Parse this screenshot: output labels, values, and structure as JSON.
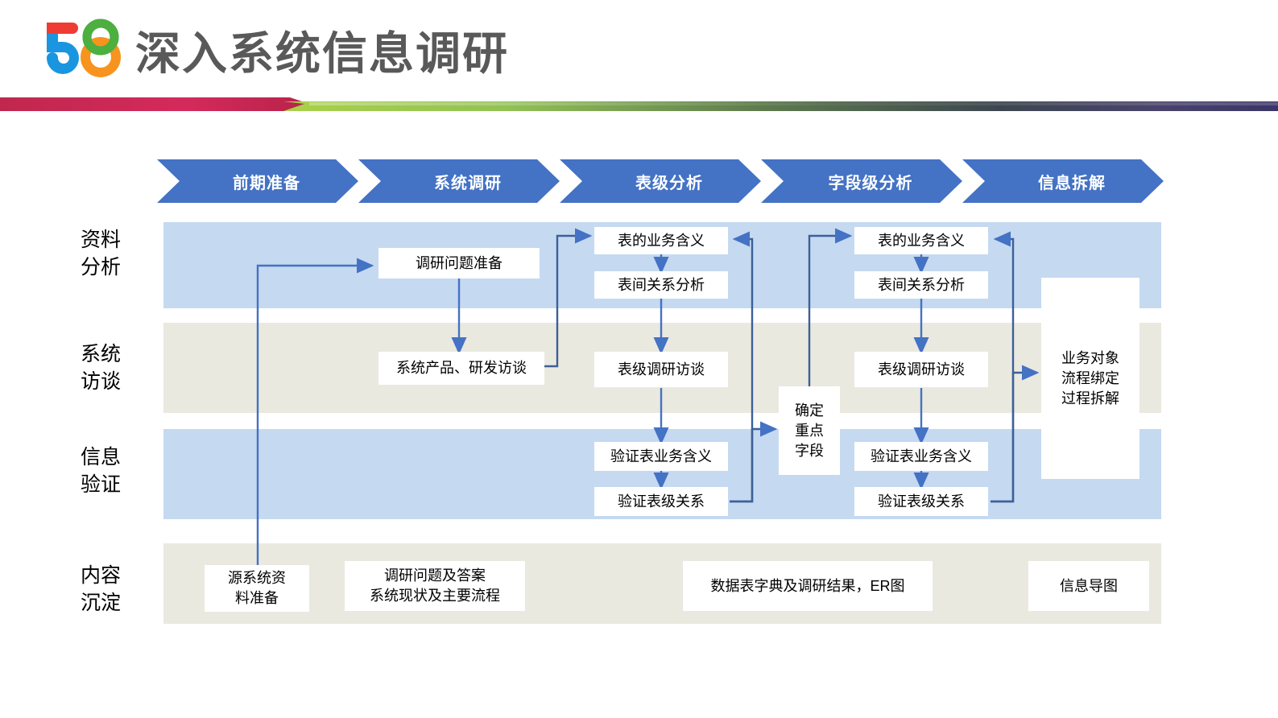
{
  "header": {
    "title": "深入系统信息调研",
    "logo": {
      "name": "58-logo",
      "text": "58",
      "colors": {
        "red": "#F03B33",
        "blue": "#1A95E0",
        "green": "#4CAF3F",
        "orange": "#F7941E"
      }
    }
  },
  "ribbon": {
    "name": "decorative-ribbon",
    "colors": {
      "crimson": "#C8274C",
      "pink": "#D72660",
      "green": "#A8CE4B",
      "dark": "#3B3F51",
      "navy": "#3F3B6E"
    }
  },
  "theme": {
    "chevron_fill": "#4472C4",
    "chevron_text": "#FFFFFF",
    "band_blue": "#C5D9F1",
    "band_beige": "#EAE9E0",
    "box_fill": "#FFFFFF",
    "arrow": "#4472C4",
    "arrow_dark": "#2F5496",
    "title_gray": "#595959"
  },
  "phases": [
    {
      "label": "前期准备"
    },
    {
      "label": "系统调研"
    },
    {
      "label": "表级分析"
    },
    {
      "label": "字段级分析"
    },
    {
      "label": "信息拆解"
    }
  ],
  "lanes": [
    {
      "label": "资料\n分析",
      "style": "blue"
    },
    {
      "label": "系统\n访谈",
      "style": "beige"
    },
    {
      "label": "信息\n验证",
      "style": "blue"
    },
    {
      "label": "内容\n沉淀",
      "style": "beige"
    }
  ],
  "nodes": [
    {
      "id": "n1",
      "lane": "资料分析",
      "phase": "系统调研",
      "text": "调研问题准备"
    },
    {
      "id": "n2",
      "lane": "资料分析",
      "phase": "表级分析",
      "text": "表的业务含义"
    },
    {
      "id": "n3",
      "lane": "资料分析",
      "phase": "表级分析",
      "text": "表间关系分析"
    },
    {
      "id": "n4",
      "lane": "资料分析",
      "phase": "字段级分析",
      "text": "表的业务含义"
    },
    {
      "id": "n5",
      "lane": "资料分析",
      "phase": "字段级分析",
      "text": "表间关系分析"
    },
    {
      "id": "n6",
      "lane": "系统访谈",
      "phase": "系统调研",
      "text": "系统产品、研发访谈"
    },
    {
      "id": "n7",
      "lane": "系统访谈",
      "phase": "表级分析",
      "text": "表级调研访谈"
    },
    {
      "id": "n8",
      "lane": "系统访谈",
      "phase": "字段级分析",
      "text": "表级调研访谈"
    },
    {
      "id": "n9",
      "lane": "系统访谈",
      "phase": "信息拆解",
      "text": "业务对象\n流程绑定\n过程拆解"
    },
    {
      "id": "n10",
      "lane": "信息验证",
      "phase": "表级分析",
      "text": "验证表业务含义"
    },
    {
      "id": "n11",
      "lane": "信息验证",
      "phase": "表级分析",
      "text": "验证表级关系"
    },
    {
      "id": "n12",
      "lane": "信息验证",
      "phase": "字段级分析",
      "text": "验证表业务含义"
    },
    {
      "id": "n13",
      "lane": "信息验证",
      "phase": "字段级分析",
      "text": "验证表级关系"
    },
    {
      "id": "n14",
      "lane": "信息验证",
      "phase": "表级分析",
      "text": "确定\n重点\n字段"
    },
    {
      "id": "n15",
      "lane": "内容沉淀",
      "phase": "前期准备",
      "text": "源系统资\n料准备"
    },
    {
      "id": "n16",
      "lane": "内容沉淀",
      "phase": "系统调研",
      "text": "调研问题及答案\n系统现状及主要流程"
    },
    {
      "id": "n17",
      "lane": "内容沉淀",
      "phase": "字段级分析",
      "text": "数据表字典及调研结果，ER图"
    },
    {
      "id": "n18",
      "lane": "内容沉淀",
      "phase": "信息拆解",
      "text": "信息导图"
    }
  ]
}
